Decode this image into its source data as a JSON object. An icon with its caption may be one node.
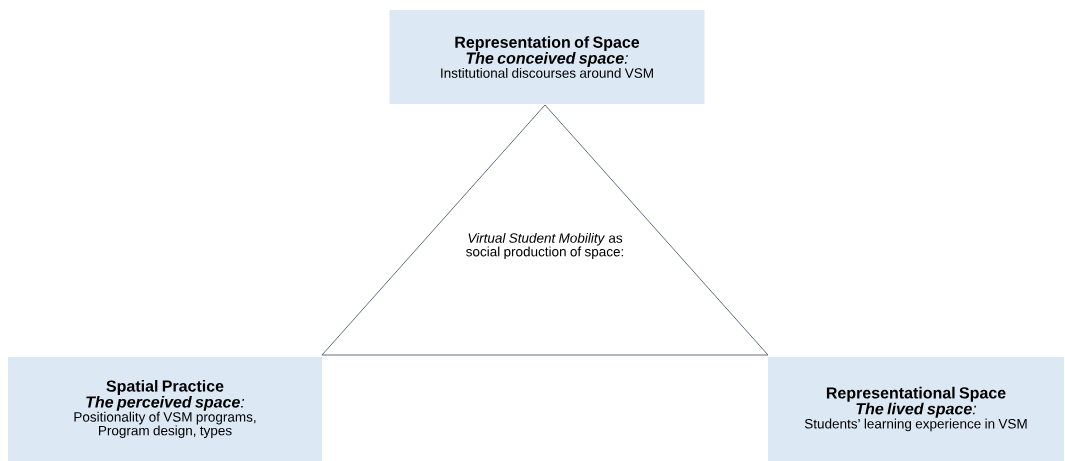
{
  "diagram": {
    "nodes": [
      {
        "text": [
          "Representation of Space",
          "**The conceived space**:",
          "Institutional discourses around VSM"
        ]
      },
      {
        "text": [
          "*Virtual Student Mobility* as social production of space:"
        ]
      },
      {
        "text": [
          "Spatial Practice",
          "**The perceived space**:",
          "Positionality of VSM programs, Program design, types"
        ]
      },
      {
        "text": [
          "Representational Space",
          "**The lived space**:",
          "Students’ learning experience in VSM"
        ]
      }
    ]
  }
}
